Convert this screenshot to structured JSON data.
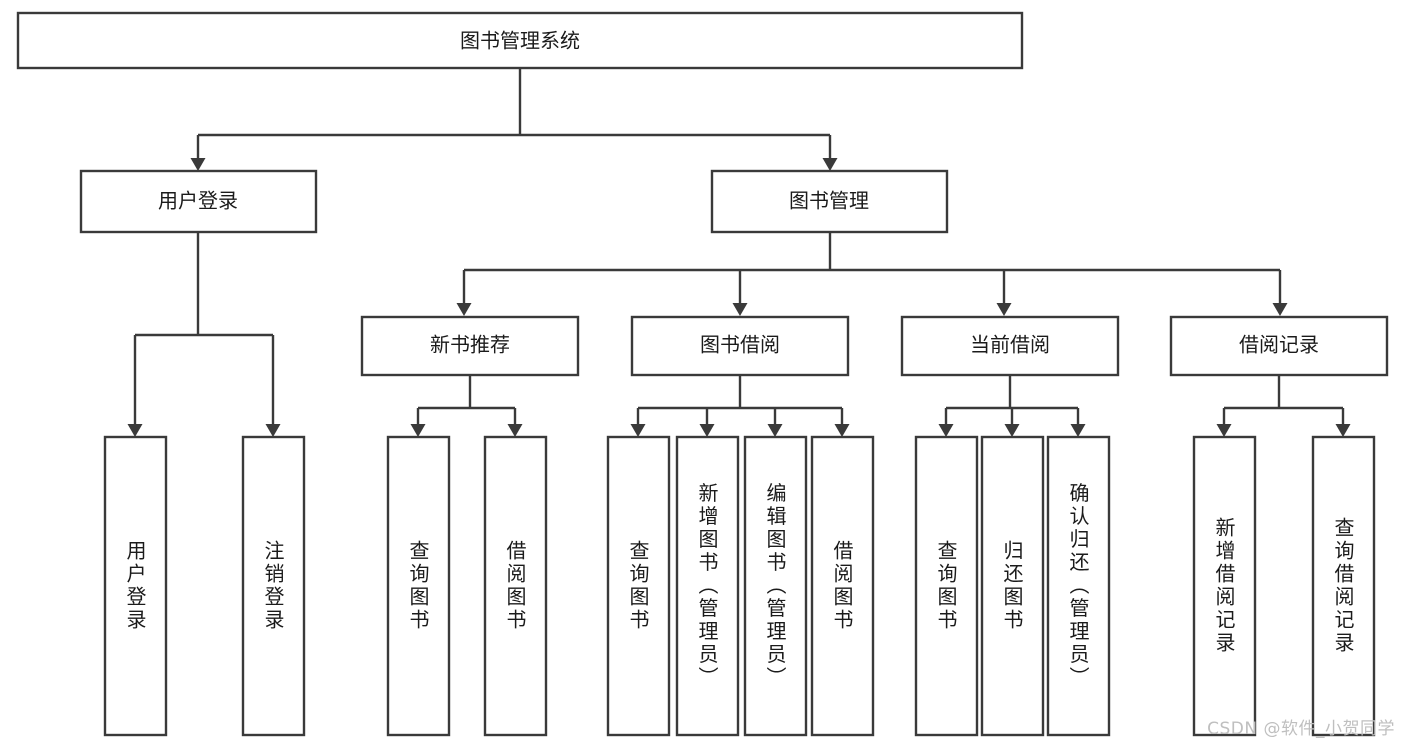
{
  "diagram": {
    "title": "图书管理系统",
    "type": "tree",
    "orientation": "top-down",
    "colors": {
      "box_stroke": "#3a3a3a",
      "box_fill": "#ffffff",
      "connector": "#3a3a3a",
      "text": "#1b1b1b",
      "background": "#ffffff",
      "watermark": "#bfbfbf"
    },
    "root": {
      "label": "图书管理系统"
    },
    "level2": [
      {
        "label": "用户登录"
      },
      {
        "label": "图书管理"
      }
    ],
    "level3": [
      {
        "label": "新书推荐"
      },
      {
        "label": "图书借阅"
      },
      {
        "label": "当前借阅"
      },
      {
        "label": "借阅记录"
      }
    ],
    "leaves": {
      "user_login": [
        {
          "label": "用户登录"
        },
        {
          "label": "注销登录"
        }
      ],
      "new_book_recommend": [
        {
          "label": "查询图书"
        },
        {
          "label": "借阅图书"
        }
      ],
      "book_borrow": [
        {
          "label": "查询图书"
        },
        {
          "label": "新增图书（管理员）"
        },
        {
          "label": "编辑图书（管理员）"
        },
        {
          "label": "借阅图书"
        }
      ],
      "current_borrow": [
        {
          "label": "查询图书"
        },
        {
          "label": "归还图书"
        },
        {
          "label": "确认归还（管理员）"
        }
      ],
      "borrow_record": [
        {
          "label": "新增借阅记录"
        },
        {
          "label": "查询借阅记录"
        }
      ]
    }
  },
  "watermark": {
    "text": "CSDN @软件_小贺同学"
  }
}
